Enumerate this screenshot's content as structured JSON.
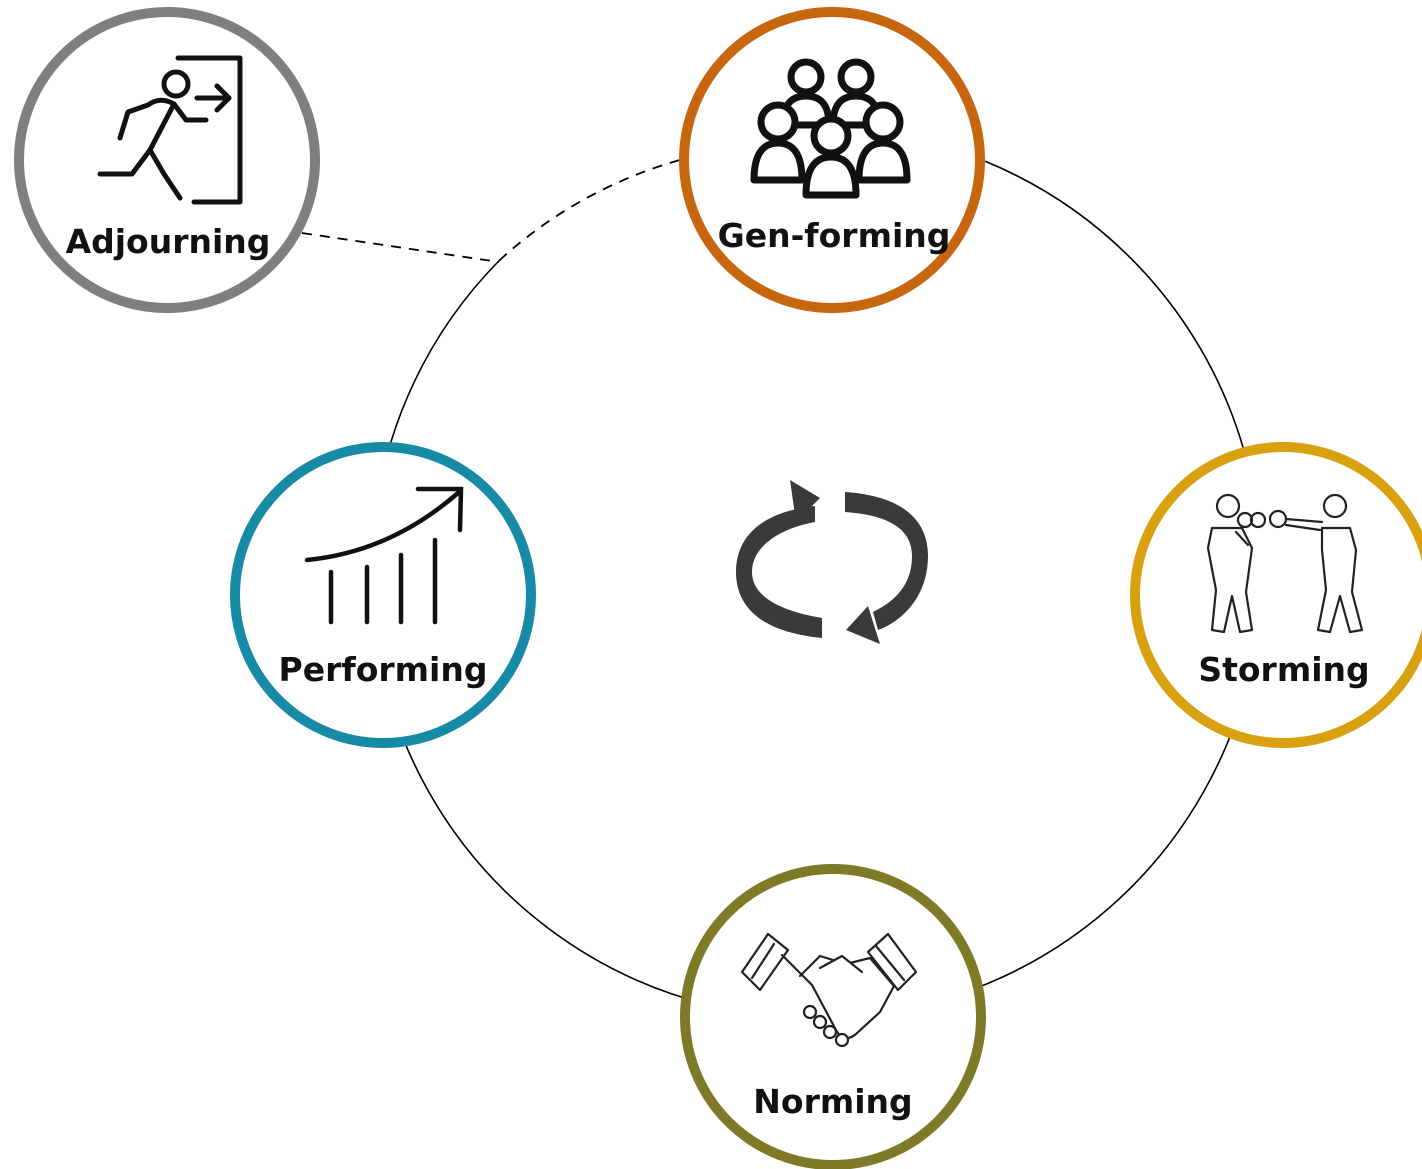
{
  "stages": {
    "genforming": {
      "label": "Gen-forming",
      "color": "#C8650F",
      "icon": "group-of-people-icon"
    },
    "storming": {
      "label": "Storming",
      "color": "#D9A010",
      "icon": "boxers-fighting-icon"
    },
    "norming": {
      "label": "Norming",
      "color": "#7E7A28",
      "icon": "handshake-icon"
    },
    "performing": {
      "label": "Performing",
      "color": "#178AA6",
      "icon": "growth-chart-icon"
    },
    "adjourning": {
      "label": "Adjourning",
      "color": "#7F7F7F",
      "icon": "exit-door-icon"
    }
  },
  "center": {
    "icon": "cycle-arrows-icon",
    "color": "#3A3A3A"
  },
  "line_color": "#000000"
}
